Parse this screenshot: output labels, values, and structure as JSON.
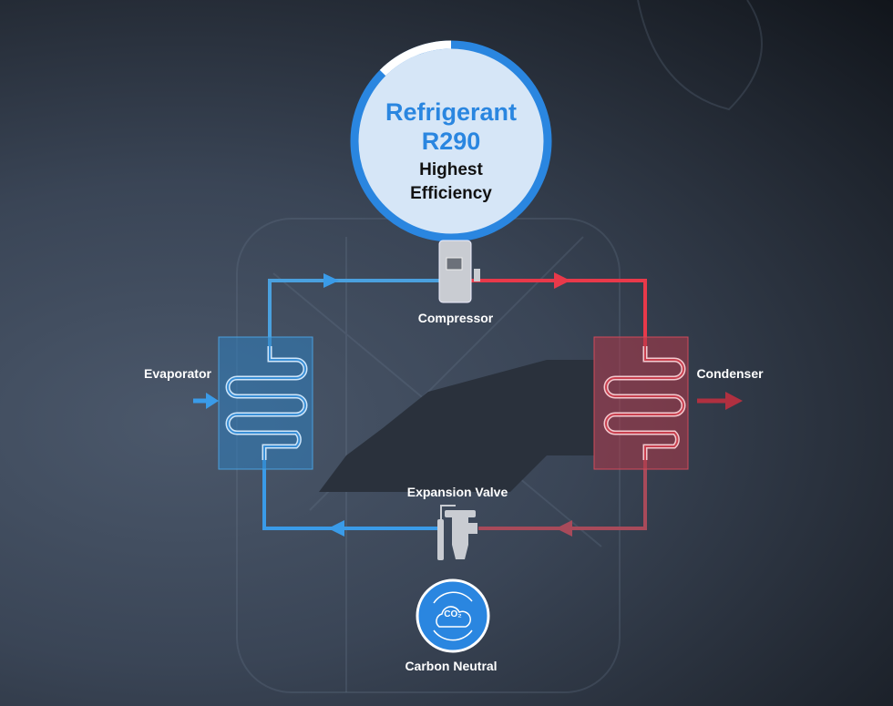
{
  "badge": {
    "line1": "Refrigerant",
    "line2": "R290",
    "line3": "Highest",
    "line4": "Efficiency"
  },
  "labels": {
    "compressor": "Compressor",
    "evaporator": "Evaporator",
    "condenser": "Condenser",
    "expansion_valve": "Expansion Valve",
    "carbon_neutral": "Carbon Neutral",
    "co2": "CO₂"
  },
  "colors": {
    "cold": "#3a9be8",
    "hot": "#e8394a",
    "accent": "#2a86e0",
    "badge_fill": "#d6e6f7"
  }
}
